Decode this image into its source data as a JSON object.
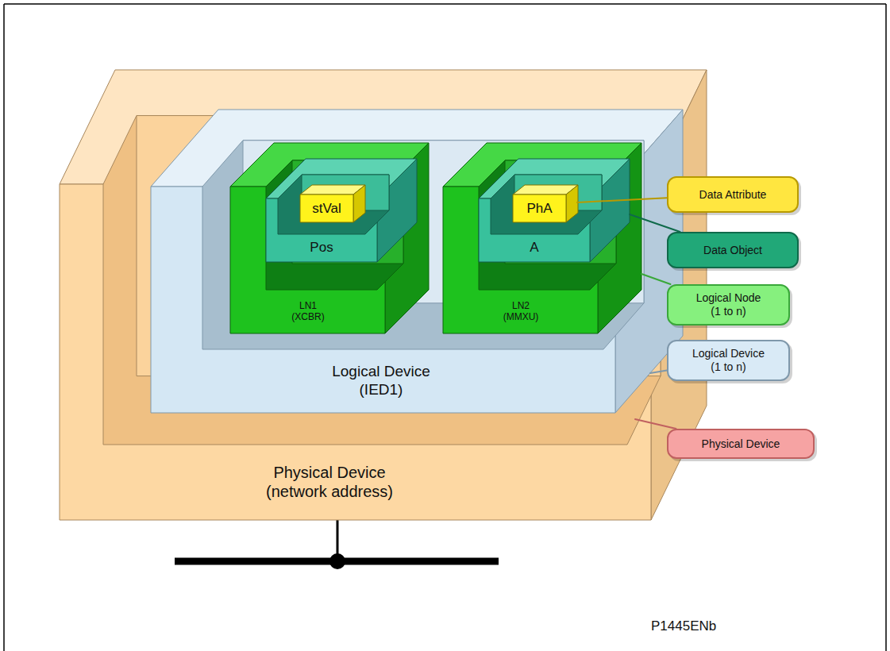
{
  "diagram": {
    "nodes": [
      {
        "text": [
          "Physical Device (network address)"
        ]
      },
      {
        "text": [
          "Logical Device (IED1)"
        ],
        "in": 0
      },
      {
        "text": [
          "LN1 (XCBR)"
        ],
        "in": 1
      },
      {
        "text": [
          "Pos"
        ],
        "in": 2
      },
      {
        "text": [
          "stVal"
        ],
        "in": 3
      },
      {
        "text": [
          "LN2 (MMXU)"
        ],
        "in": 1
      },
      {
        "text": [
          "A"
        ],
        "in": 5
      },
      {
        "text": [
          "PhA"
        ],
        "in": 6
      },
      {
        "text": [
          "Data Attribute"
        ]
      },
      {
        "text": [
          "Data Object"
        ]
      },
      {
        "text": [
          "Logical Node (1 to n)"
        ]
      },
      {
        "text": [
          "Logical Device (1 to n)"
        ]
      },
      {
        "text": [
          "Physical Device"
        ]
      }
    ],
    "edges": [
      {
        "from": 8,
        "to": 7,
        "arrow": "none"
      },
      {
        "from": 9,
        "to": 6,
        "arrow": "none"
      },
      {
        "from": 10,
        "to": 5,
        "arrow": "none"
      },
      {
        "from": 11,
        "to": 1,
        "arrow": "none"
      },
      {
        "from": 12,
        "to": 0,
        "arrow": "none"
      }
    ],
    "labels": [
      "P1445ENb"
    ]
  }
}
